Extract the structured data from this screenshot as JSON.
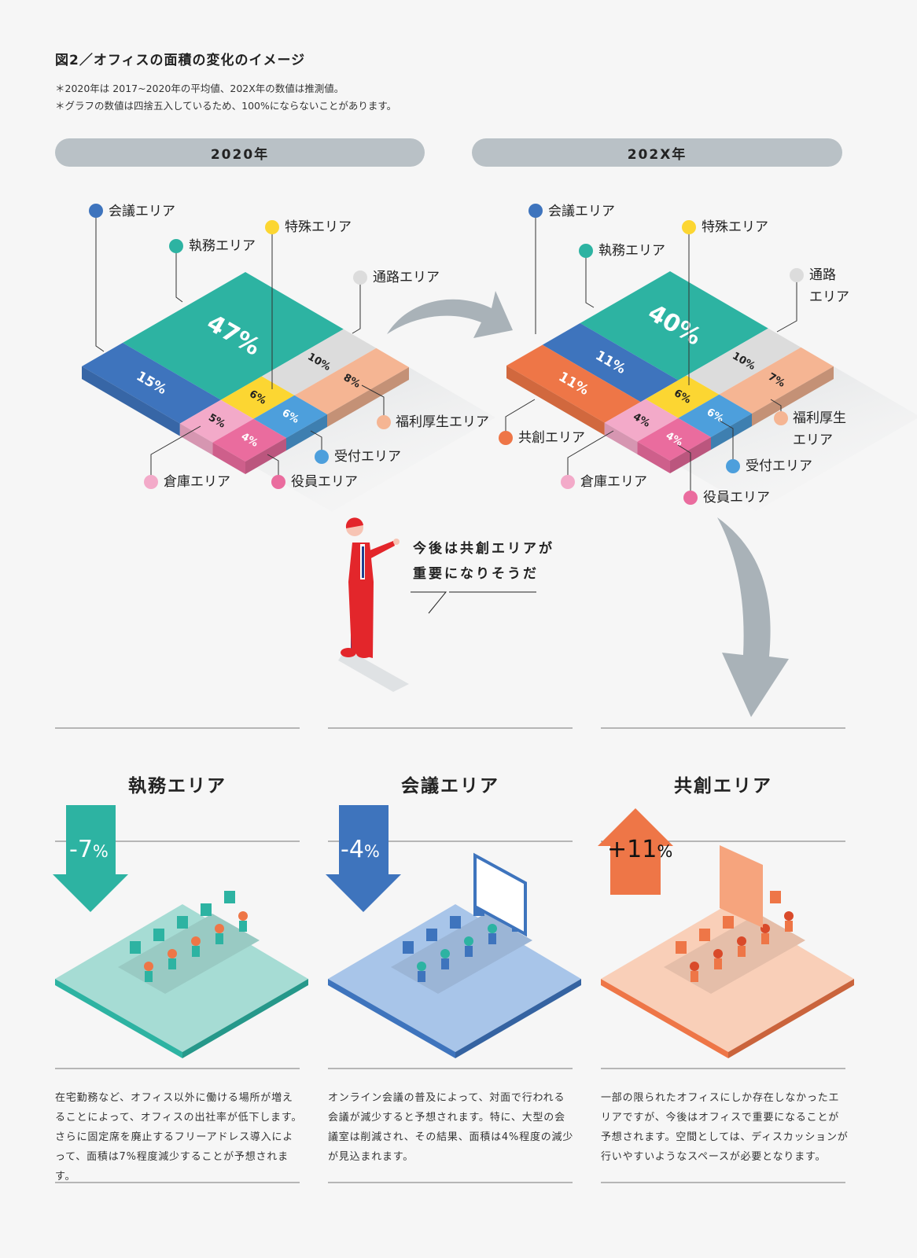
{
  "title": "図2／オフィスの面積の変化のイメージ",
  "notes": [
    "＊2020年は 2017~2020年の平均値、202X年の数値は推測値。",
    "＊グラフの数値は四捨五入しているため、100%にならないことがあります。"
  ],
  "years": [
    "2020年",
    "202X年"
  ],
  "legend_2020": {
    "kaigi": "会議エリア",
    "shitsumu": "執務エリア",
    "tokushu": "特殊エリア",
    "tsuro": "通路エリア",
    "fukuri": "福利厚生エリア",
    "uketsuke": "受付エリア",
    "yakuin": "役員エリア",
    "soko": "倉庫エリア"
  },
  "legend_202X": {
    "kaigi": "会議エリア",
    "shitsumu": "執務エリア",
    "tokushu": "特殊エリア",
    "tsuro_1": "通路",
    "tsuro_2": "エリア",
    "fukuri_1": "福利厚生",
    "fukuri_2": "エリア",
    "uketsuke": "受付エリア",
    "yakuin": "役員エリア",
    "soko": "倉庫エリア",
    "kyoso": "共創エリア"
  },
  "colors": {
    "shitsumu": "#2db3a2",
    "kaigi": "#3e74bd",
    "tokushu": "#fcd632",
    "uketsuke": "#4d9fdc",
    "soko": "#f3aac9",
    "yakuin": "#ea6c9e",
    "tsuro": "#dcdcdc",
    "fukuri": "#f5b593",
    "kyoso": "#ee7647"
  },
  "chart_data": [
    {
      "type": "table",
      "title": "2020年",
      "unit": "%",
      "values": {
        "shitsumu": 47,
        "kaigi": 15,
        "tsuro": 10,
        "fukuri": 8,
        "tokushu": 6,
        "uketsuke": 6,
        "soko": 5,
        "yakuin": 4
      }
    },
    {
      "type": "table",
      "title": "202X年",
      "unit": "%",
      "values": {
        "shitsumu": 40,
        "kaigi": 11,
        "kyoso": 11,
        "tsuro": 10,
        "fukuri": 7,
        "tokushu": 6,
        "uketsuke": 6,
        "soko": 4,
        "yakuin": 4
      }
    }
  ],
  "speech": [
    "今後は共創エリアが",
    "重要になりそうだ"
  ],
  "columns": [
    {
      "title": "執務エリア",
      "change": "-7",
      "unit": "%",
      "desc": "在宅勤務など、オフィス以外に働ける場所が増えることによって、オフィスの出社率が低下します。さらに固定席を廃止するフリーアドレス導入によって、面積は7%程度減少することが予想されます。"
    },
    {
      "title": "会議エリア",
      "change": "-4",
      "unit": "%",
      "desc": "オンライン会議の普及によって、対面で行われる会議が減少すると予想されます。特に、大型の会議室は削減され、その結果、面積は4%程度の減少が見込まれます。"
    },
    {
      "title": "共創エリア",
      "change": "+11",
      "unit": "%",
      "desc": "一部の限られたオフィスにしか存在しなかったエリアですが、今後はオフィスで重要になることが予想されます。空間としては、ディスカッションが行いやすいようなスペースが必要となります。"
    }
  ]
}
